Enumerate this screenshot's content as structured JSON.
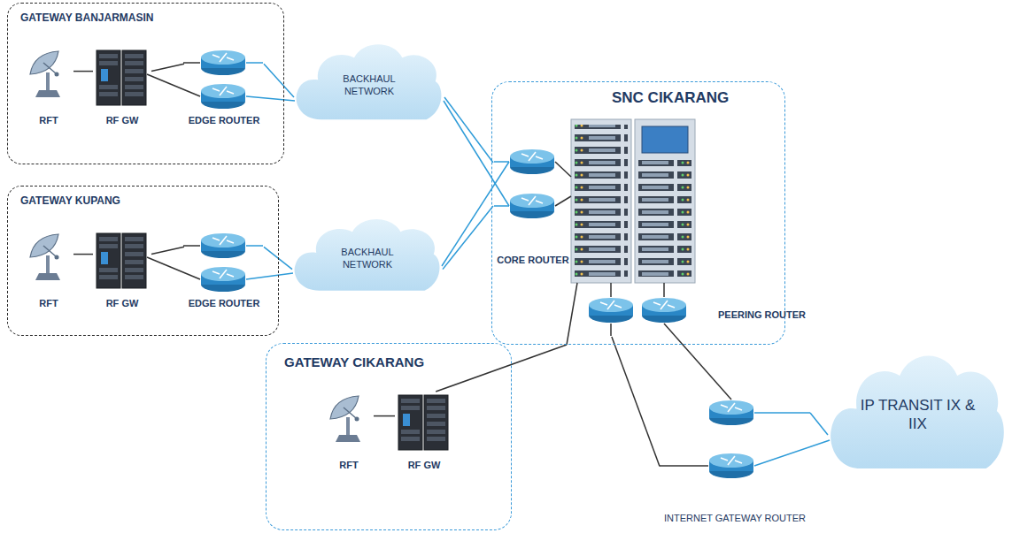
{
  "diagram": {
    "nodes": [
      {
        "text": [
          "GATEWAY BANJARMASIN"
        ]
      },
      {
        "text": [
          "RFT"
        ],
        "in": 0
      },
      {
        "text": [
          "RF GW"
        ],
        "in": 0
      },
      {
        "text": [
          "EDGE ROUTER"
        ],
        "in": 0
      },
      {
        "text": [
          "GATEWAY KUPANG"
        ]
      },
      {
        "text": [
          "RFT"
        ],
        "in": 4
      },
      {
        "text": [
          "RF GW"
        ],
        "in": 4
      },
      {
        "text": [
          "EDGE ROUTER"
        ],
        "in": 4
      },
      {
        "text": [
          "BACKHAUL NETWORK"
        ]
      },
      {
        "text": [
          "BACKHAUL NETWORK"
        ]
      },
      {
        "text": [
          "SNC CIKARANG"
        ]
      },
      {
        "text": [
          "CORE ROUTER"
        ],
        "in": 10
      },
      {
        "text": [
          "PEERING ROUTER"
        ],
        "in": 10
      },
      {
        "text": [
          "GATEWAY CIKARANG"
        ]
      },
      {
        "text": [
          "RFT"
        ],
        "in": 13
      },
      {
        "text": [
          "RF GW"
        ],
        "in": 13
      },
      {
        "text": [
          "INTERNET GATEWAY ROUTER"
        ]
      },
      {
        "text": [
          "IP TRANSIT IX & IIX"
        ]
      }
    ],
    "edges": [
      {
        "from": 1,
        "to": 2,
        "arrow": "none"
      },
      {
        "from": 2,
        "to": 3,
        "arrow": "none"
      },
      {
        "from": 3,
        "to": 8,
        "arrow": "none"
      },
      {
        "from": 5,
        "to": 6,
        "arrow": "none"
      },
      {
        "from": 6,
        "to": 7,
        "arrow": "none"
      },
      {
        "from": 7,
        "to": 9,
        "arrow": "none"
      },
      {
        "from": 8,
        "to": 11,
        "arrow": "none"
      },
      {
        "from": 9,
        "to": 11,
        "arrow": "none"
      },
      {
        "from": 14,
        "to": 15,
        "arrow": "none"
      },
      {
        "from": 10,
        "to": 15,
        "arrow": "none"
      },
      {
        "from": 12,
        "to": 16,
        "arrow": "none"
      },
      {
        "from": 16,
        "to": 17,
        "arrow": "none"
      }
    ]
  }
}
